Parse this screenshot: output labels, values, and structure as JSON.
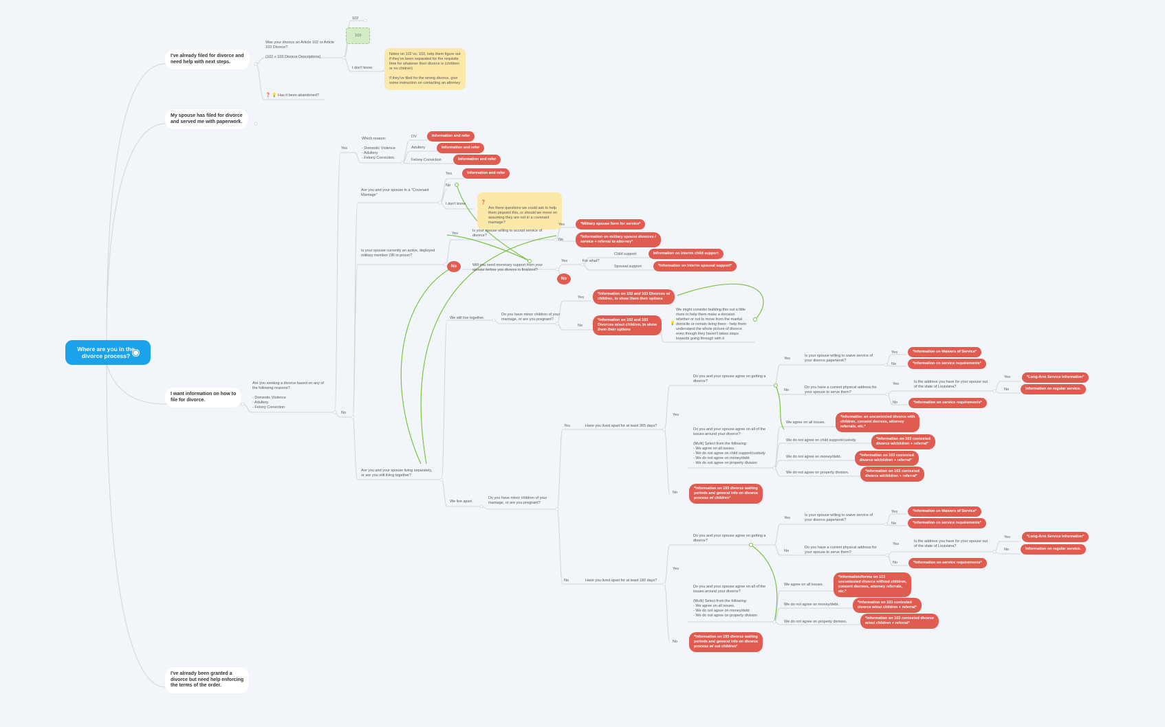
{
  "root": "Where are you in the\ndivorce process?",
  "branches": {
    "filed": "I've already filed for divorce and\nneed help with next steps.",
    "served": "My spouse has filed for divorce\nand served me with paperwork.",
    "how_to": "I want information on how to\nfile for divorce.",
    "granted": "I've already been granted a\ndivorce but need help enforcing\nthe terms of the order."
  },
  "filed_sub": {
    "question": "Was your divorce an Article 102 or Article\n103 Divorce?\n\n(102 + 103 Divorce Descriptions)",
    "opt_102": "102",
    "opt_103": "103",
    "opt_dont_know": "I don't know",
    "note": "Notes on 102 vs. 103, help them figure out\nif they've been separated for the requisite\ntime for whatever their divorce is (children\nor no chidren)\n\nIf they've filed for the wrong divorce, give\nsome instruction on contacting an attorney",
    "abandoned": "Has it been abandoned?"
  },
  "how_to_sub": {
    "question": "Are you seeking a divorce based on any of\nthe following reasons?\n\n- Domestic Violence\n- Adultery\n- Felony Conviction",
    "yes": "Yes",
    "no": "No",
    "which_reason": "Which reason:\n\n- Domestic Violence\n- Adultery\n- Felony Conviction",
    "dv": "DV",
    "adultery": "Adultery",
    "felony": "Felony Conviction",
    "info_refer": "Information and refer",
    "covenant_q": "Are you and your spouse in a \"Covenant\nMarriage\"",
    "cov_yes": "Yes",
    "cov_no": "No",
    "cov_dk": "I don't know",
    "cov_note": "Are there questions we could ask to help\nthem pinpoint this, or should we move on\nassuming they are not in a covenant\nmarriage?",
    "military_q": "Is your spouse currently an active, deployed\nmilitary member OR in prison?",
    "mil_yes": "Yes",
    "mil_no": "No",
    "accept_q": "Is your spouse willing to accept service of\ndivorce?",
    "acc_yes": "Yes",
    "acc_no": "No",
    "mil_form": "*Military spouse form for service*",
    "mil_info": "*Information on military spouse divorces /\nservice + referral to attorney*",
    "monetary_q": "Will you need monetary support from your\nspouse before you divorce is finalized?",
    "mon_yes": "Yes",
    "mon_no": "No",
    "for_what": "For what?",
    "child_support": "Child support",
    "spousal_support": "Spousal support",
    "info_child_support": "Information on interim child support",
    "info_spousal_support": "*Information on interim spousal support*",
    "living_q": "Are you and your spouse living separately,\nor are you still living together?",
    "live_together": "We still live together.",
    "live_apart": "We live apart.",
    "minor_q": "Do you have minor children of your\nmarriage, or are you pregnant?",
    "minor_yes": "Yes",
    "minor_no": "No",
    "info_w_children": "*Information on 102 and 103 Divorces w/\nchildren, to show them their options",
    "info_wo_children": "*Information on 102 and 103\nDivorces w/out children, to show\nthem their options",
    "build_note": "We might consider building this out a little\nmore to help them make a decision\nwhether or not to move from the marital\ndomicile or remain living there - help them\nunderstand the whole picture of divorce\neven though they haven't taken steps\ntowards going through with it",
    "apart_minor_q": "Do you have minor children of your\nmarriage, or are you pregnant?",
    "apart_yes": "Yes",
    "apart_no": "No",
    "days365_q": "Have you lived apart for at least 365 days?",
    "days180_q": "Have you lived apart for at least 180 days?",
    "d365_yes": "Yes",
    "d365_no": "No",
    "d180_yes": "Yes",
    "d180_no": "No",
    "agree_q": "Do you and your spouse agree on getting a\ndivorce?",
    "agree_yes": "Yes",
    "agree_no": "No",
    "waive_q": "Is your spouse willing to waive service of\nyour divorce paperwork?",
    "waive_yes": "Yes",
    "waive_no": "No",
    "info_waivers": "*Information on Waivers of Service*",
    "info_service_req": "*Information on service requirements*",
    "address_q": "Do you have a current physical address for\nyour spouse to serve them?",
    "addr_yes": "Yes",
    "addr_no": "No",
    "outstate_q": "Is the address you have for your spouse out\nof the state of Louisiana?",
    "os_yes": "Yes",
    "os_no": "No",
    "long_arm": "*Long-Arm Service Information*",
    "regular_service": "Information on regular service.",
    "issues_q": "Do you and your spouse agree on all of the\nissues around your divorce?\n\n(Multi) Select from the following:\n- We agree on all issues.\n- We do not agree on child support/custody\n- We do not agree on money/debt\n- We do not agree on property division",
    "issues_q180": "Do you and your spouse agree on all of the\nissues around your divorce?\n\n(Multi) Select from the following:\n- We agree on all issues.\n- We do not agree on money/debt\n- We do not agree on property division",
    "agree_all": "We agree on all issues.",
    "not_child": "We do not agree on child support/custody.",
    "not_money": "We do not agree on money/debt.",
    "not_property": "We do not agree on property division.",
    "info_uncontested_children": "*Information on uncontested divorce with\nchildren, consent decrees, attorney\nreferrals, etc.*",
    "info_103_contested_children": "*Information on 103 contested\ndivorce w/children + referral*",
    "info_103_waiting_children": "*Information on 103 divorce waiting\nperiods and general info on divorce\nprocess w/ children*",
    "info_uncontested_nochildren": "*Information/forms on 103\nuncontested divorce without children,\nconsent decrees, attorney referrals,\netc.*",
    "info_103_contested_nochildren": "*Information on 103 contested\ndivorce w/out children + referral*",
    "info_103_contested_nochildren2": "*Information on 103 contested divorce\nw/out children + referral*",
    "info_103_waiting_nochildren": "*Information on 103 divorce waiting\nperiods and general info on divorce\nprocess w/ out children*"
  },
  "colors": {
    "root": "#1aa3ea",
    "red": "#e05c50",
    "note": "#fce8a9",
    "green_arrow": "#7cc242",
    "line": "#cfd5dc"
  },
  "icons": {
    "question": "question-icon",
    "bulb": "lightbulb-icon",
    "collapse": "collapse-icon"
  }
}
